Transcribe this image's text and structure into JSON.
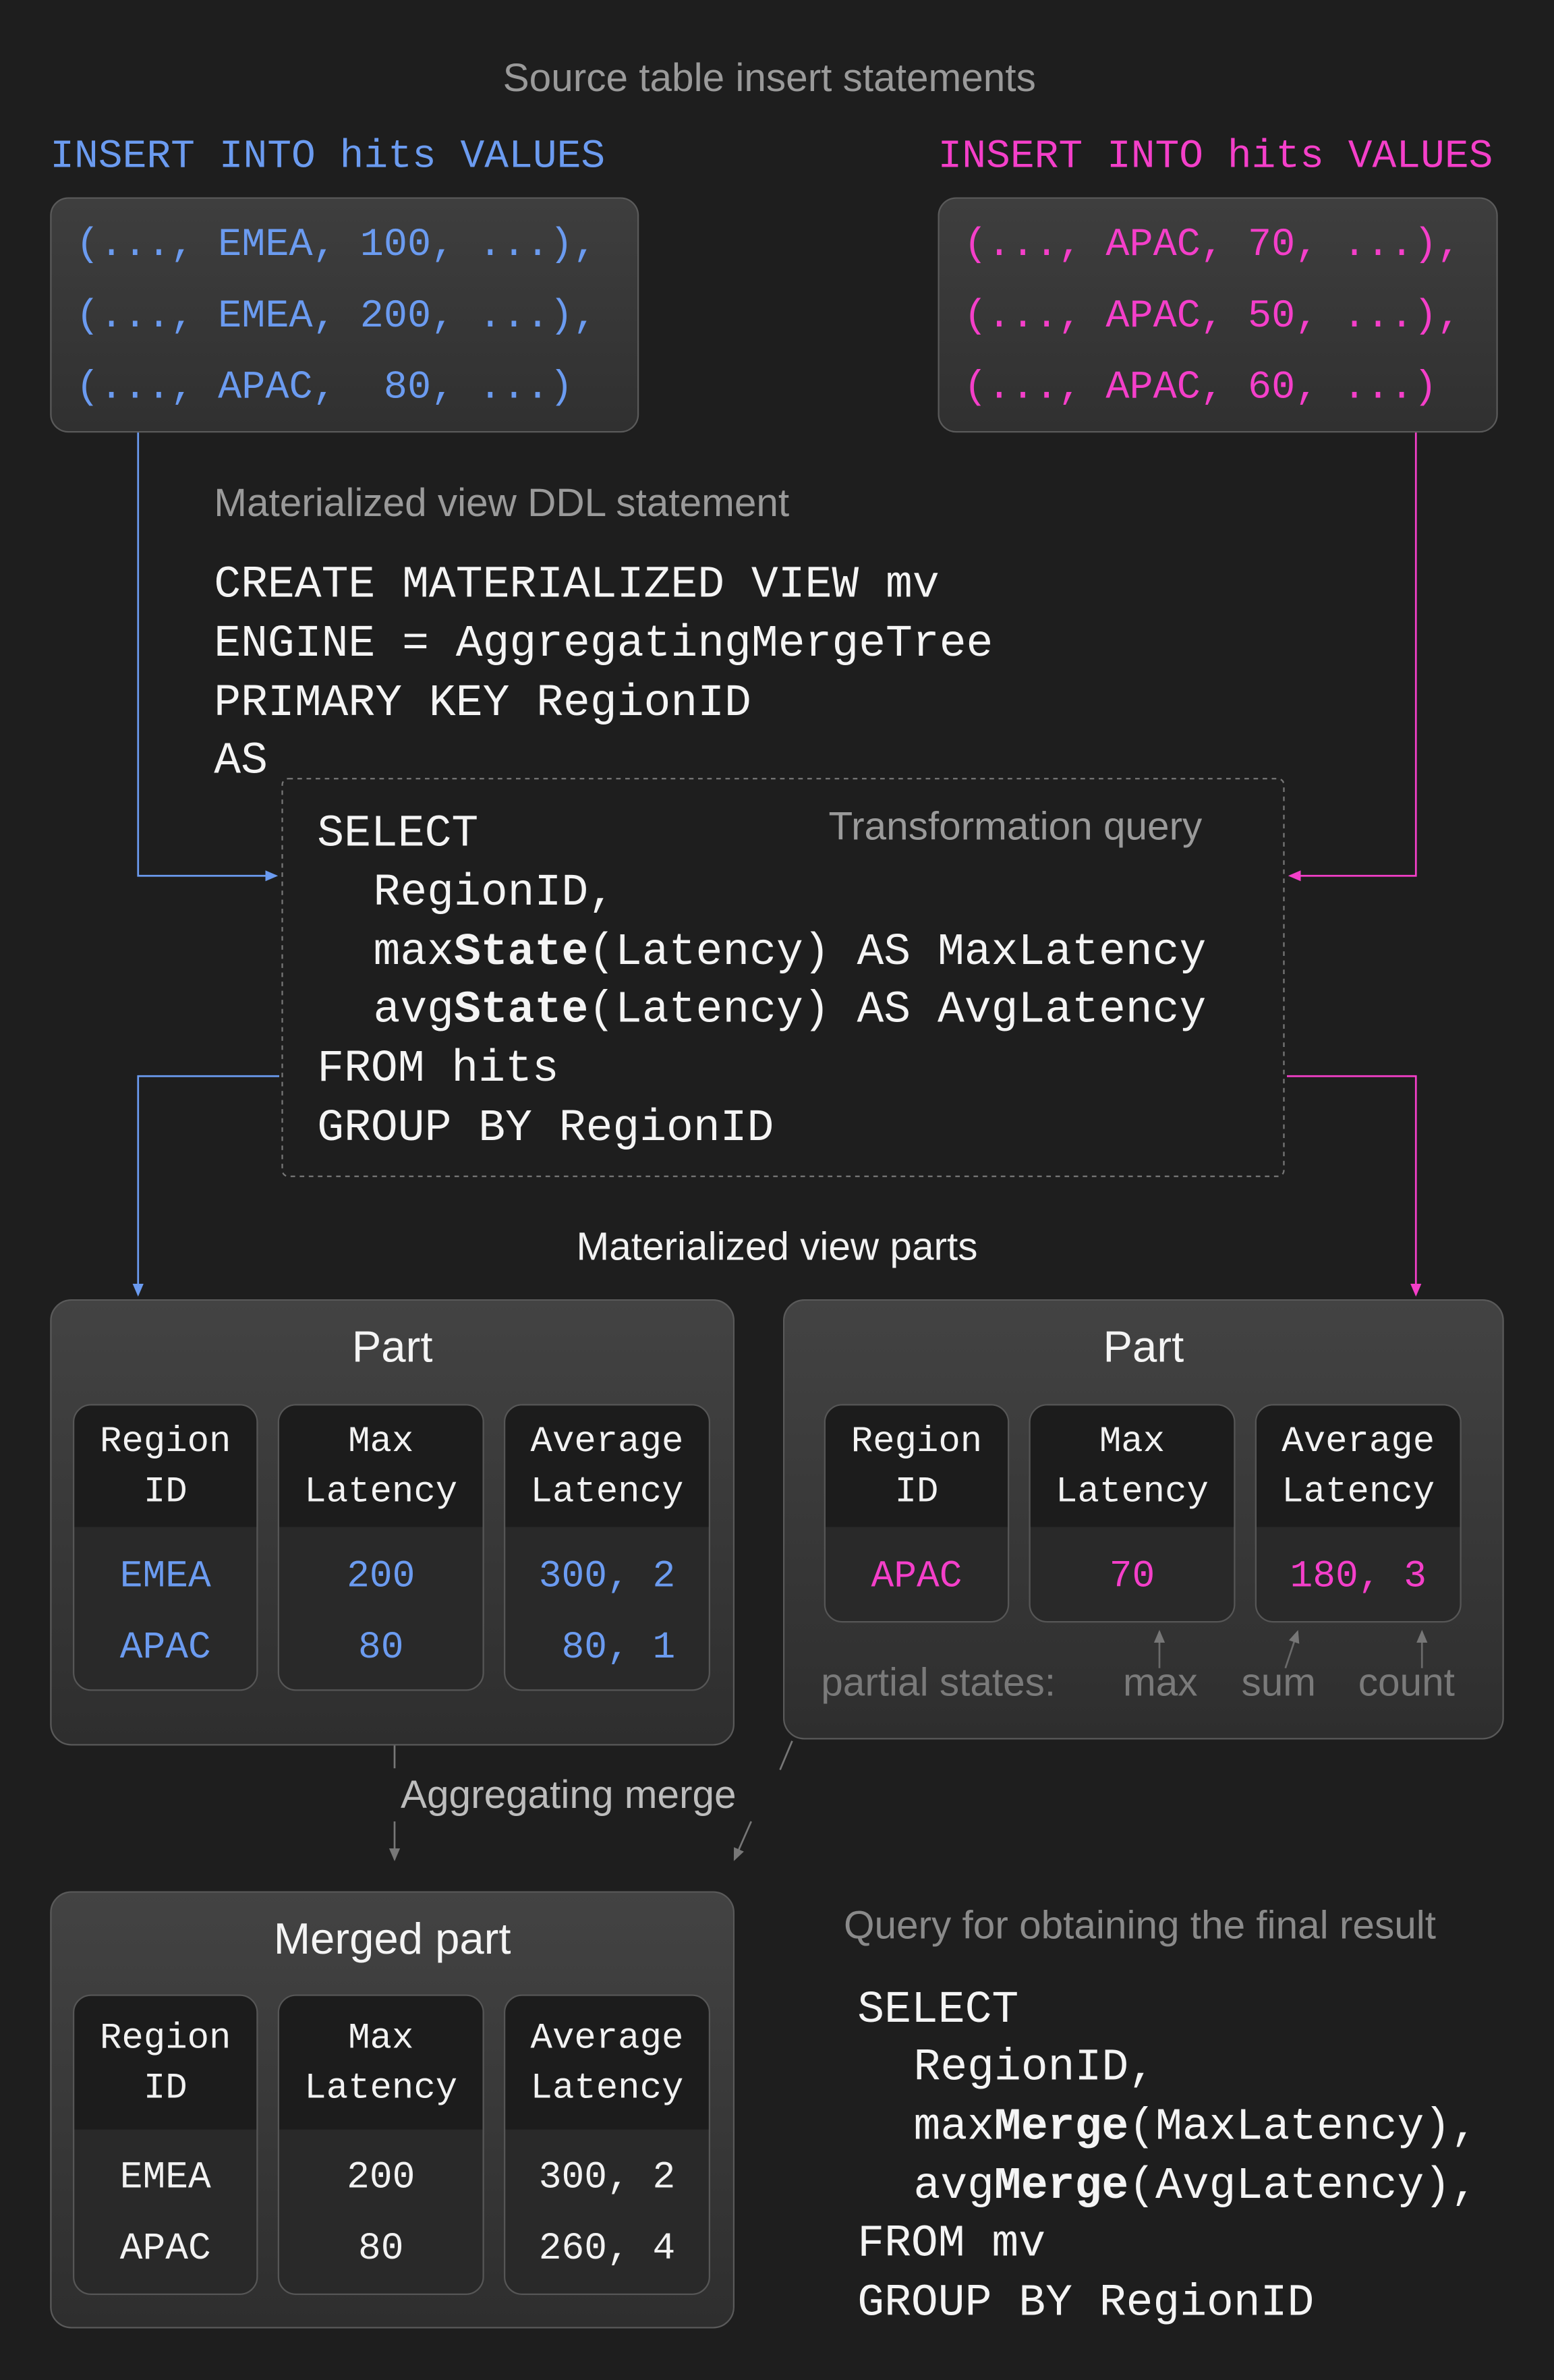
{
  "colors": {
    "background": "#1e1e1e",
    "source1": "#6b9bf0",
    "source2": "#f43fc9",
    "label": "#9a9a9a",
    "text": "#f2f2f2"
  },
  "source_title": "Source table insert statements",
  "inserts": [
    {
      "header": "INSERT INTO hits VALUES",
      "rows": [
        "(..., EMEA, 100, ...),",
        "(..., EMEA, 200, ...),",
        "(..., APAC,  80, ...)"
      ]
    },
    {
      "header": "INSERT INTO hits VALUES",
      "rows": [
        "(..., APAC, 70, ...),",
        "(..., APAC, 50, ...),",
        "(..., APAC, 60, ...)"
      ]
    }
  ],
  "ddl": {
    "label": "Materialized view DDL statement",
    "lines": [
      "CREATE MATERIALIZED VIEW mv",
      "ENGINE = AggregatingMergeTree",
      "PRIMARY KEY RegionID",
      "AS"
    ]
  },
  "transform": {
    "label": "Transformation query",
    "l1": "SELECT",
    "l2": "RegionID,",
    "l3": {
      "pre": "max",
      "b": "State",
      "post": "(Latency) AS MaxLatency"
    },
    "l4": {
      "pre": "avg",
      "b": "State",
      "post": "(Latency) AS AvgLatency"
    },
    "l5": "FROM hits",
    "l6": "GROUP BY RegionID"
  },
  "parts_label": "Materialized view parts",
  "columns": {
    "region": [
      "Region",
      "ID"
    ],
    "max": [
      "Max",
      "Latency"
    ],
    "avg": [
      "Average",
      "Latency"
    ]
  },
  "parts": [
    {
      "title": "Part",
      "region": [
        "EMEA",
        "APAC"
      ],
      "max": [
        "200",
        "80"
      ],
      "avg": [
        "300, 2",
        " 80, 1"
      ]
    },
    {
      "title": "Part",
      "region": [
        "APAC"
      ],
      "max": [
        "70"
      ],
      "avg": [
        "180, 3"
      ]
    }
  ],
  "partial_states": {
    "label": "partial states:",
    "items": [
      "max",
      "sum",
      "count"
    ]
  },
  "merge_label": "Aggregating merge",
  "merged": {
    "title": "Merged part",
    "region": [
      "EMEA",
      "APAC"
    ],
    "max": [
      "200",
      "80"
    ],
    "avg": [
      "300, 2",
      "260, 4"
    ]
  },
  "final_query": {
    "label": "Query for obtaining the final result",
    "l1": "SELECT",
    "l2": "RegionID,",
    "l3": {
      "pre": "max",
      "b": "Merge",
      "post": "(MaxLatency),"
    },
    "l4": {
      "pre": "avg",
      "b": "Merge",
      "post": "(AvgLatency),"
    },
    "l5": "FROM mv",
    "l6": "GROUP BY RegionID"
  }
}
